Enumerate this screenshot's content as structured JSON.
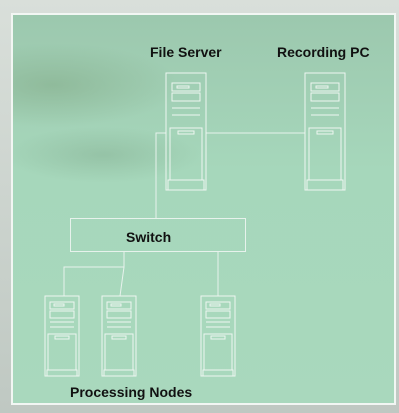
{
  "diagram": {
    "labels": {
      "file_server": "File Server",
      "recording_pc": "Recording PC",
      "switch": "Switch",
      "processing_nodes": "Processing Nodes"
    },
    "colors": {
      "panel_background": "#a3d4b9",
      "line": "#e7f2ec",
      "device_outline": "#eef6f1",
      "label_text": "#111111"
    },
    "devices": [
      {
        "name": "file-server",
        "icon": "server-tower-icon"
      },
      {
        "name": "recording-pc",
        "icon": "server-tower-icon"
      },
      {
        "name": "processing-node-1",
        "icon": "server-tower-icon"
      },
      {
        "name": "processing-node-2",
        "icon": "server-tower-icon"
      },
      {
        "name": "processing-node-3",
        "icon": "server-tower-icon"
      }
    ]
  }
}
